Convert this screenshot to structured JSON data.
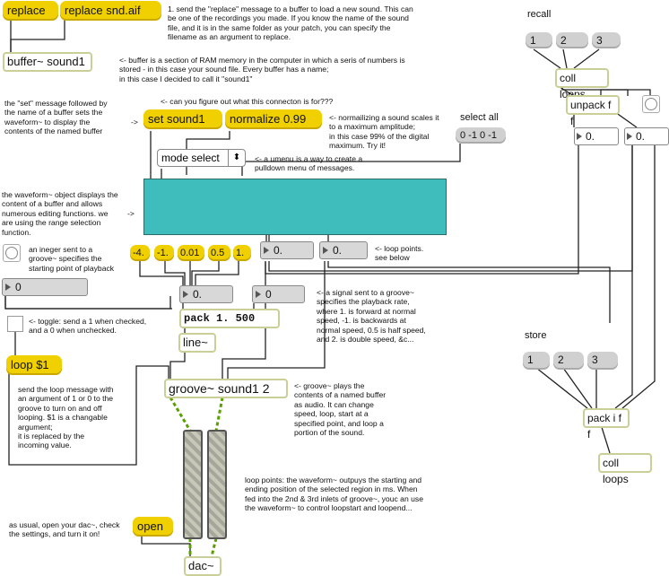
{
  "messages": {
    "replace": "replace",
    "replace_file": "replace snd.aif",
    "set_sound": "set sound1",
    "normalize": "normalize 0.99",
    "loop": "loop $1",
    "open": "open"
  },
  "objects": {
    "buffer": "buffer~ sound1",
    "pack_rate": "pack 1. 500",
    "line": "line~",
    "groove": "groove~ sound1 2",
    "dac": "dac~",
    "coll_recall": "coll loops",
    "unpack": "unpack f f",
    "pack_store": "pack i f f",
    "coll_store": "coll loops",
    "umenu": "mode select",
    "umenu_arrows": "⬍"
  },
  "numbers": {
    "start_point": "0",
    "rate": "0.",
    "rate_time": "0",
    "loop_start": "0.",
    "loop_end": "0.",
    "unpack_out1": "0.",
    "unpack_out2": "0."
  },
  "rate_presets": [
    "-4.",
    "-1.",
    "0.01",
    "0.5",
    "1."
  ],
  "recall": {
    "label": "recall",
    "buttons": [
      "1",
      "2",
      "3"
    ]
  },
  "store": {
    "label": "store",
    "buttons": [
      "1",
      "2",
      "3"
    ]
  },
  "select_all": {
    "label": "select all",
    "message": "0 -1 0 -1"
  },
  "comments": {
    "c1": "1. send the \"replace\" message to a buffer to load a new sound. This can\nbe one of the recordings you made. If you know the name of the sound\nfile, and it is in the same folder as your patch, you can specify the\nfilename as an argument to replace.",
    "c2": "<- buffer is a section of RAM memory in the computer in which a seris of numbers is\nstored - in this case your sound file. Every buffer has a name;\nin this case I decided to call it \"sound1\"",
    "c3": "<- can you figure out what this connecton is for???",
    "c4": "the \"set\" message followed by\nthe name of a buffer sets the\nwaveform~ to display the\ncontents of the named buffer",
    "c4_arrow": "->",
    "c5": "<- normailizing a sound scales it\nto a maximum amplitude;\nin this case 99% of the digital\nmaximum. Try it!",
    "c6": "<- a umenu is a way to create a\npulldown menu of messages.",
    "c7": "the waveform~ object displays the\ncontent of a buffer and allows\nnumerous editing functions. we\nare using the range selection\nfunction.",
    "c7_arrow": "->",
    "c8": "<- loop points.\nsee below",
    "c9": "an ineger sent to a\ngroove~ specifies the\nstarting point of playback",
    "c10": "<- a signal sent to a groove~\nspecifies the playback rate,\nwhere 1. is forward at normal\nspeed, -1. is backwards at\nnormal speed, 0.5 is half speed,\nand 2. is double speed, &c...",
    "c11": "<- toggle: send a 1 when checked,\nand a 0 when unchecked.",
    "c12": "send the loop message with\nan argument of 1 or 0 to the\ngroove to turn on and off\nlooping. $1 is a changable\nargument;\nit is replaced by the\nincoming value.",
    "c13": "<- groove~ plays the\ncontents of a named buffer\nas audio. It can change\nspeed, loop, start at a\nspecified point, and loop a\nportion of the sound.",
    "c14": "loop points: the waveform~ outpuys the starting and\nending position of the selected region in ms. When\nfed into the 2nd & 3rd inlets of groove~, youc an use\nthe waveform~ to control loopstart and loopend...",
    "c15": "as usual, open your dac~, check\nthe settings, and turn it on!"
  },
  "colors": {
    "message_yellow": "#f0d000",
    "waveform_teal": "#3fbdbd",
    "object_border": "#c9cf96",
    "signal_wire": "#3a8a00"
  }
}
